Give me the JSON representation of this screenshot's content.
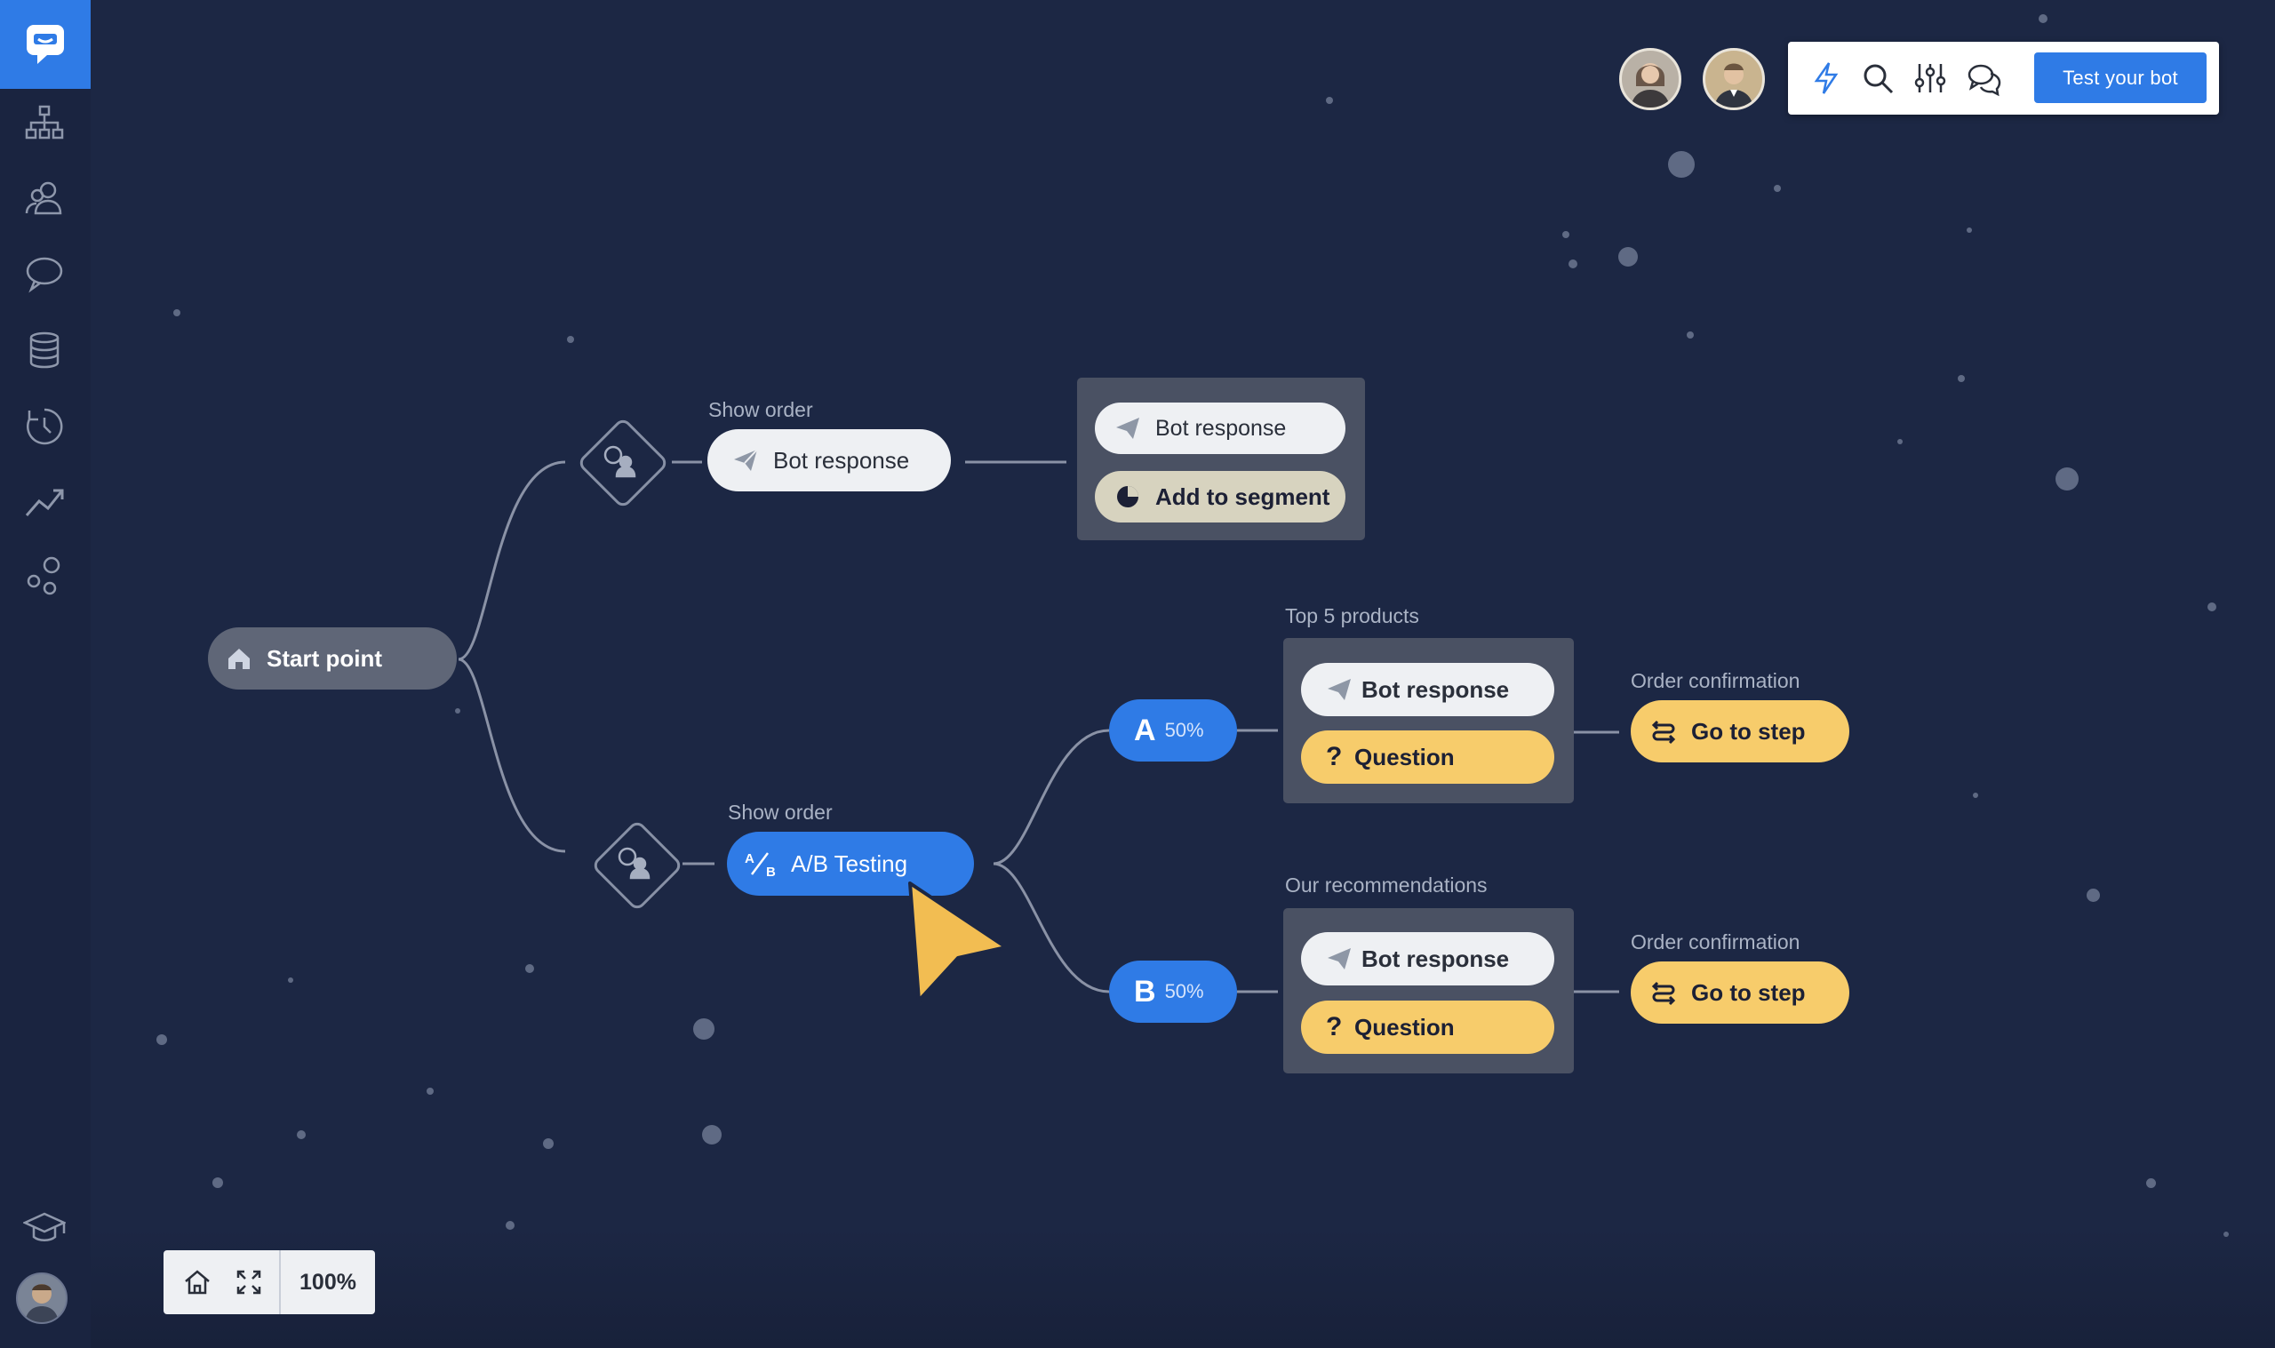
{
  "toolbar": {
    "test_button": "Test your bot",
    "icons": [
      "lightning-icon",
      "search-icon",
      "settings-sliders-icon",
      "chat-bubbles-icon"
    ]
  },
  "sidebar": {
    "icons": [
      "chat-logo-icon",
      "flow-tree-icon",
      "users-icon",
      "chat-bubble-icon",
      "database-icon",
      "history-icon",
      "analytics-icon",
      "integrations-icon",
      "academy-icon"
    ]
  },
  "flow": {
    "start": "Start point",
    "branch1": {
      "label": "Show order",
      "response": "Bot response",
      "group": [
        "Bot response",
        "Add to segment"
      ]
    },
    "branch2": {
      "label": "Show order",
      "ab": "A/B Testing",
      "variant_a": {
        "letter": "A",
        "percent": "50%"
      },
      "variant_b": {
        "letter": "B",
        "percent": "50%"
      },
      "group_a": {
        "label": "Top 5 products",
        "items": [
          "Bot response",
          "Question"
        ]
      },
      "group_b": {
        "label": "Our recommendations",
        "items": [
          "Bot response",
          "Question"
        ]
      },
      "goto_a": {
        "label": "Order confirmation",
        "action": "Go to step"
      },
      "goto_b": {
        "label": "Order confirmation",
        "action": "Go to step"
      }
    }
  },
  "zoom": {
    "value": "100%"
  },
  "colors": {
    "accent": "#2f7be6",
    "highlight": "#f7cc6b",
    "background": "#1c2744"
  }
}
